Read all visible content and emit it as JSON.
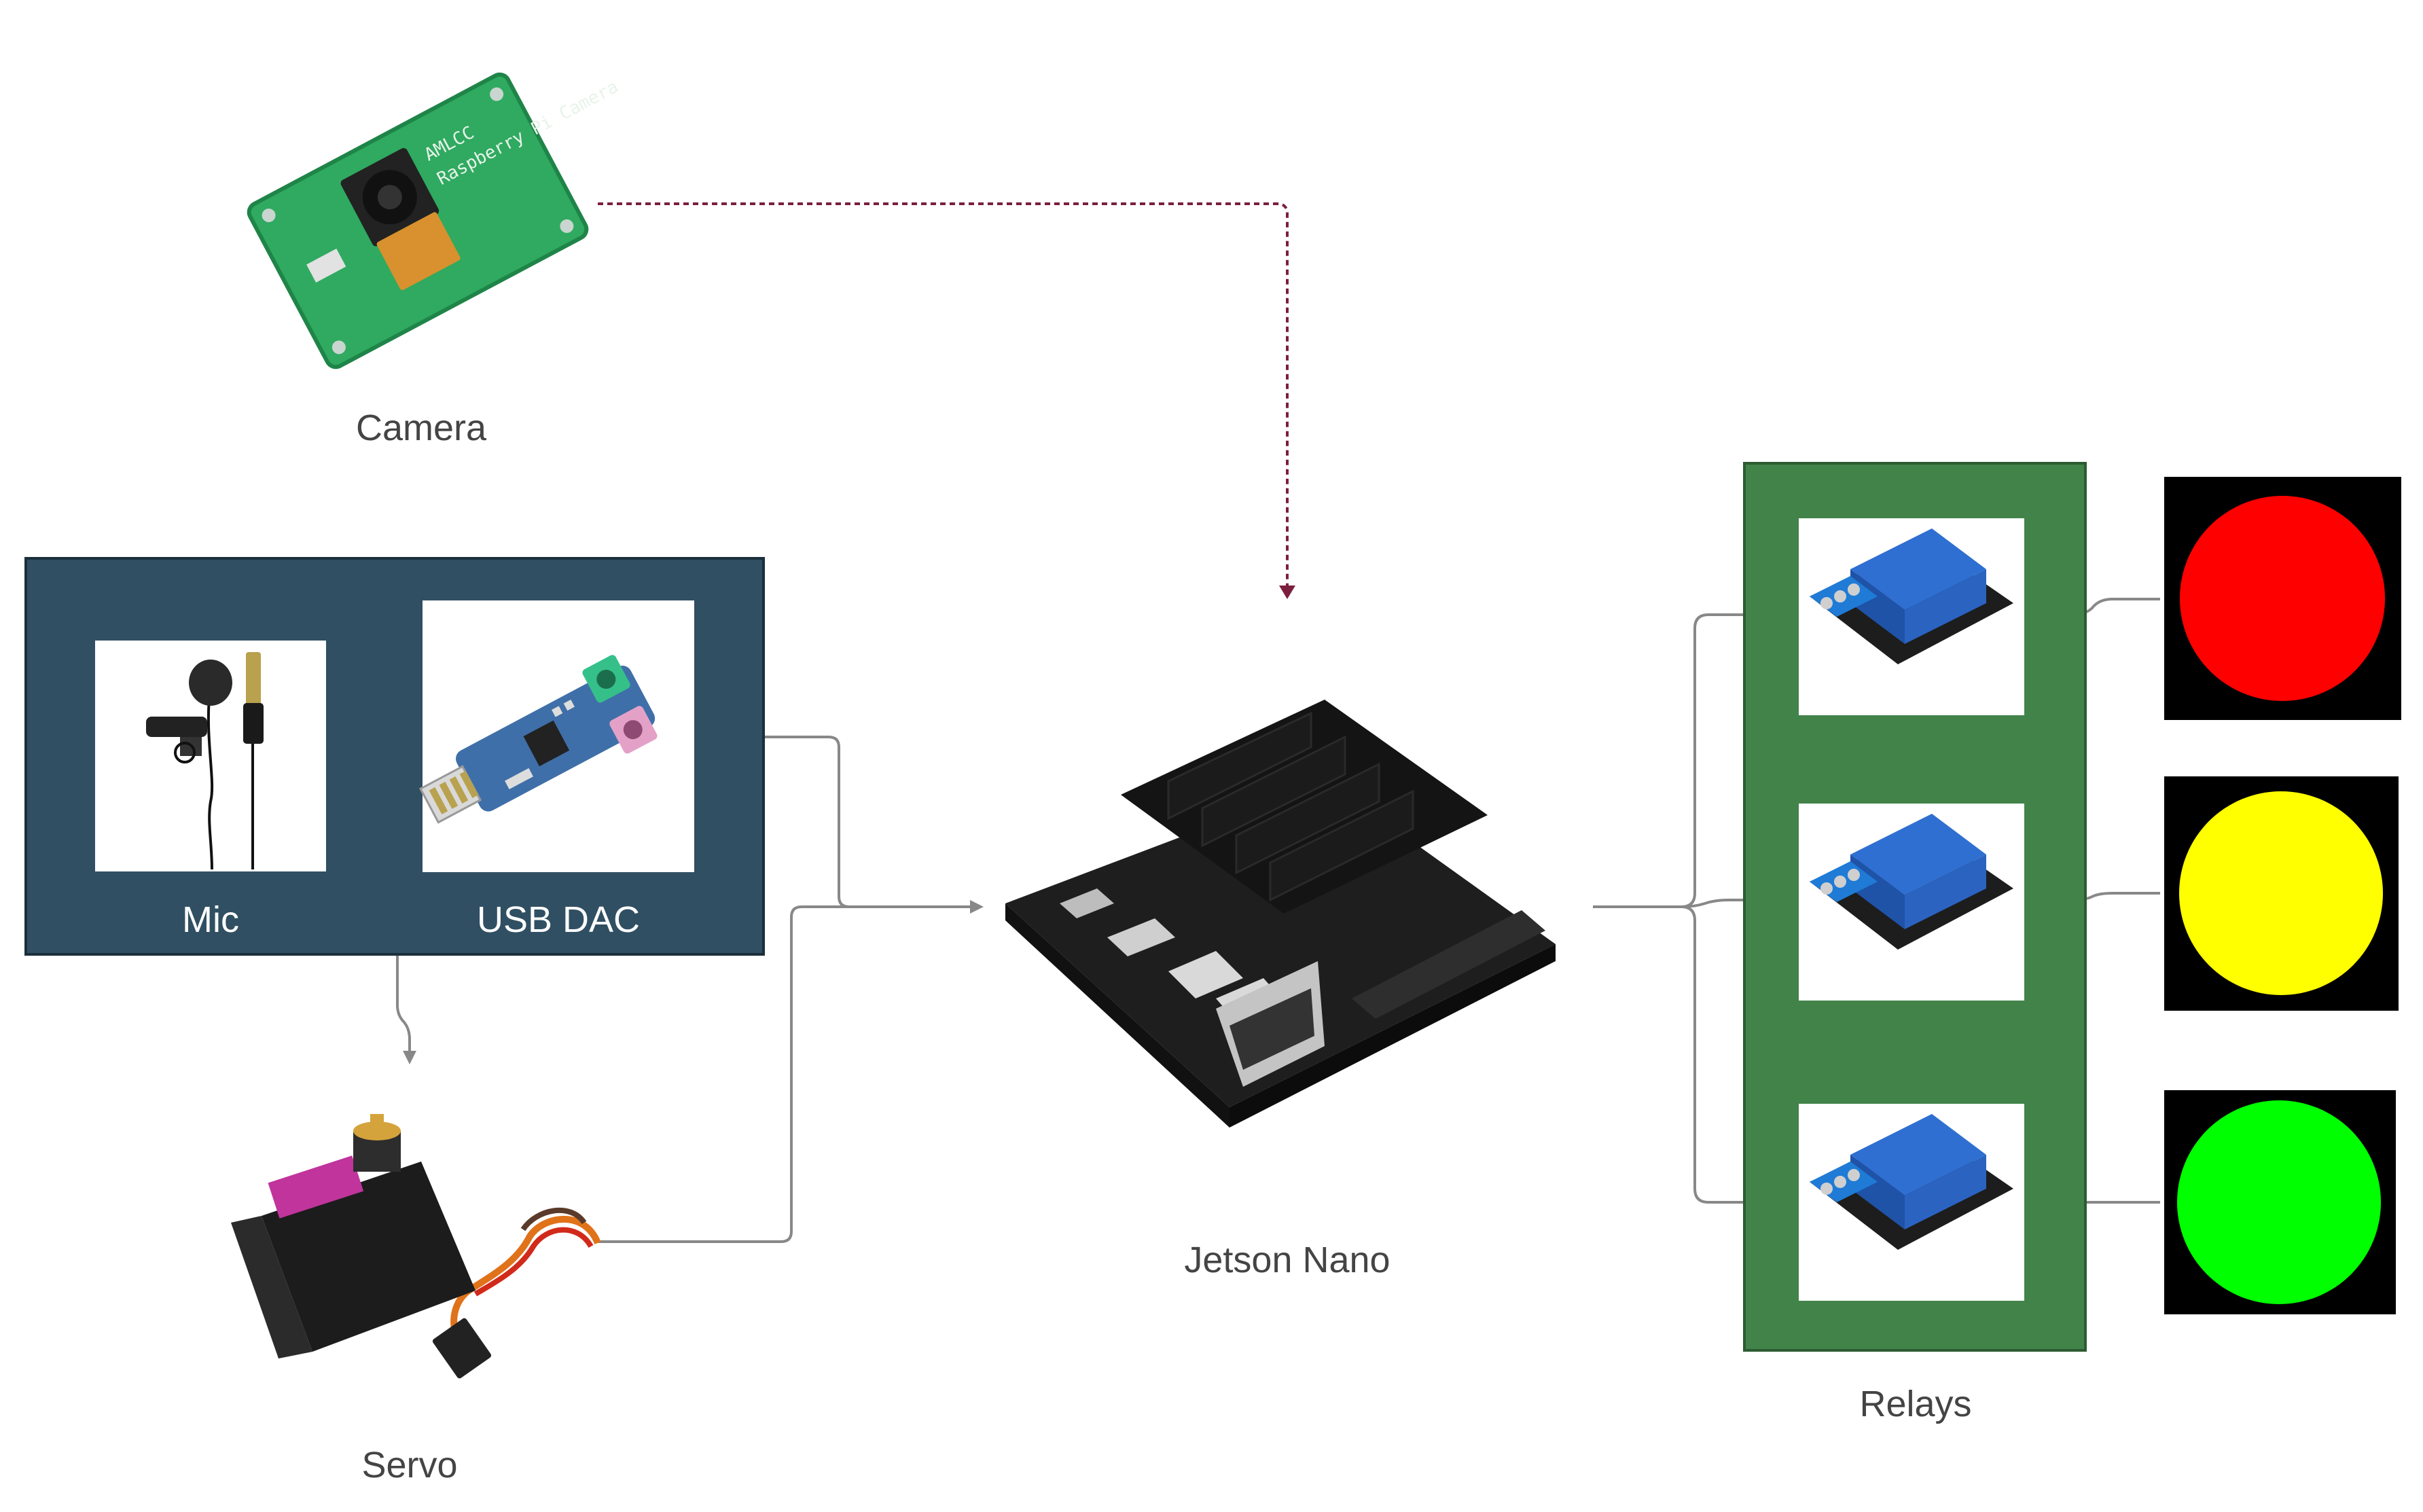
{
  "nodes": {
    "camera": {
      "label": "Camera"
    },
    "mic": {
      "label": "Mic"
    },
    "usb_dac": {
      "label": "USB DAC"
    },
    "servo": {
      "label": "Servo"
    },
    "jetson": {
      "label": "Jetson Nano"
    },
    "relays": {
      "label": "Relays"
    }
  },
  "lights": [
    "#ff0000",
    "#ffff00",
    "#00ff00"
  ],
  "colors": {
    "audio_group_bg": "#304f62",
    "relay_group_bg": "#42834a",
    "connector": "#888888",
    "camera_connector": "#7a1f3d"
  }
}
